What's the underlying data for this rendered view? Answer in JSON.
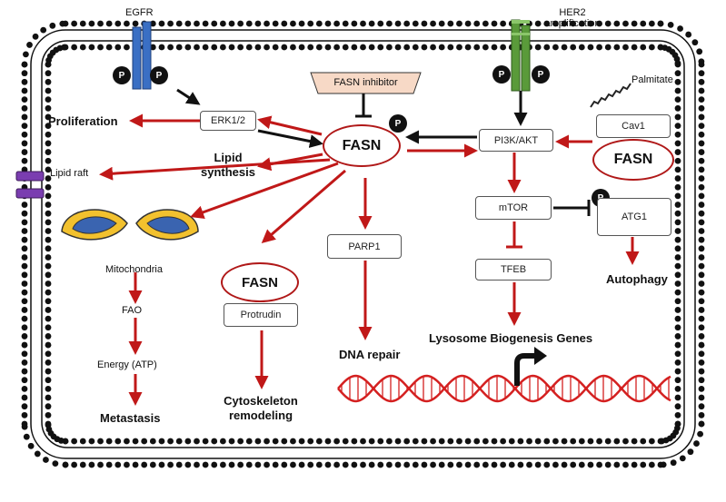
{
  "receptors": {
    "egfr": "EGFR",
    "her2": "HER2 amplification"
  },
  "phospho": "P",
  "palmitate": "Palmitate",
  "inhibitor": "FASN inhibitor",
  "fasn_main": "FASN",
  "fasn_cav1": "FASN",
  "fasn_protrudin": "FASN",
  "boxes": {
    "erk": "ERK1/2",
    "pi3k": "PI3K/AKT",
    "cav1": "Cav1",
    "mtor": "mTOR",
    "tfeb": "TFEB",
    "atg1": "ATG1",
    "parp1": "PARP1",
    "protrudin": "Protrudin"
  },
  "outcomes": {
    "proliferation": "Proliferation",
    "lipid_raft": "Lipid raft",
    "lipid_synthesis": "Lipid synthesis",
    "mitochondria": "Mitochondria",
    "fao": "FAO",
    "energy": "Energy (ATP)",
    "metastasis": "Metastasis",
    "cytoskeleton": "Cytoskeleton remodeling",
    "dna_repair": "DNA repair",
    "lysosome": "Lysosome Biogenesis Genes",
    "autophagy": "Autophagy"
  },
  "colors": {
    "red_arrow": "#c01818",
    "egfr_blue": "#3a6fc4",
    "her2_green": "#5a9a3a",
    "mito_yellow": "#f2c12e",
    "mito_blue": "#3a64b0",
    "lipid_raft": "#7a3db0"
  }
}
